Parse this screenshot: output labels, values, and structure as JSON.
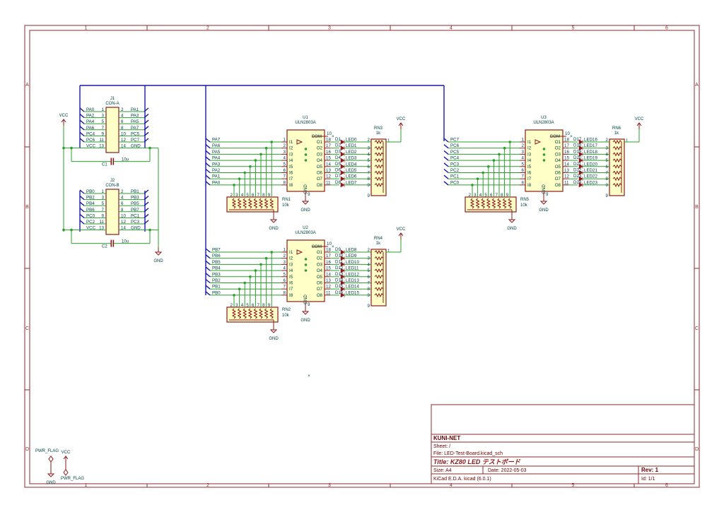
{
  "frame": {
    "columns": [
      "1",
      "2",
      "3",
      "4",
      "5",
      "6"
    ],
    "rows": [
      "A",
      "B",
      "C",
      "D"
    ]
  },
  "title_block": {
    "company": "KUNI-NET",
    "sheet": "Sheet: /",
    "file": "File: LED-Test-Board.kicad_sch",
    "title": "Title:  KZ80 LED テストボード",
    "size": "Size: A4",
    "date": "Date:  2022-05-03",
    "rev": "Rev: 1",
    "tool": "KiCad E.D.A.  kicad (6.0.1)",
    "id": "Id: 1/1"
  },
  "connectors": [
    {
      "ref": "J1",
      "value": "CON-A",
      "left_labels": [
        "PA0",
        "PA2",
        "PA4",
        "PA6",
        "PC4",
        "PC6",
        "VCC"
      ],
      "right_labels": [
        "PA1",
        "PA3",
        "PA5",
        "PA7",
        "PC5",
        "PC7",
        "GND"
      ],
      "left_pins": [
        "1",
        "3",
        "5",
        "7",
        "9",
        "11",
        "13"
      ],
      "right_pins": [
        "2",
        "4",
        "6",
        "8",
        "10",
        "12",
        "14"
      ]
    },
    {
      "ref": "J2",
      "value": "CON-B",
      "left_labels": [
        "PB0",
        "PB2",
        "PB4",
        "PB6",
        "PC0",
        "PC2",
        "VCC"
      ],
      "right_labels": [
        "PB1",
        "PB3",
        "PB5",
        "PB7",
        "PC1",
        "PC3",
        "GND"
      ],
      "left_pins": [
        "1",
        "3",
        "5",
        "7",
        "9",
        "11",
        "13"
      ],
      "right_pins": [
        "2",
        "4",
        "6",
        "8",
        "10",
        "12",
        "14"
      ]
    }
  ],
  "capacitors": [
    {
      "ref": "C1",
      "value": "10u"
    },
    {
      "ref": "C2",
      "value": "10u"
    }
  ],
  "drivers": [
    {
      "ref": "U1",
      "value": "ULN2803A",
      "inputs": [
        "PA7",
        "PA6",
        "PA5",
        "PA4",
        "PA3",
        "PA2",
        "PA1",
        "PA0"
      ],
      "leds": [
        "LED0",
        "LED1",
        "LED2",
        "LED3",
        "LED4",
        "LED5",
        "LED6",
        "LED7"
      ],
      "diodes": [
        "D1",
        "D2",
        "D3",
        "D4",
        "D5",
        "D6",
        "D7",
        "D8"
      ],
      "rn_in": {
        "ref": "RN1",
        "value": "10k"
      },
      "rn_out": {
        "ref": "RN3",
        "value": "1k"
      }
    },
    {
      "ref": "U2",
      "value": "ULN2803A",
      "inputs": [
        "PB7",
        "PB6",
        "PB5",
        "PB4",
        "PB3",
        "PB2",
        "PB1",
        "PB0"
      ],
      "leds": [
        "LED8",
        "LED9",
        "LED10",
        "LED11",
        "LED12",
        "LED13",
        "LED14",
        "LED15"
      ],
      "diodes": [
        "D9",
        "D10",
        "D11",
        "D12",
        "D13",
        "D14",
        "D15",
        "D16"
      ],
      "rn_in": {
        "ref": "RN2",
        "value": "10k"
      },
      "rn_out": {
        "ref": "RN4",
        "value": "1k"
      }
    },
    {
      "ref": "U3",
      "value": "ULN2803A",
      "inputs": [
        "PC7",
        "PC6",
        "PC5",
        "PC4",
        "PC3",
        "PC2",
        "PC1",
        "PC0"
      ],
      "leds": [
        "LED16",
        "LED17",
        "LED18",
        "LED19",
        "LED20",
        "LED21",
        "LED22",
        "LED23"
      ],
      "diodes": [
        "D17",
        "D18",
        "D19",
        "D20",
        "D21",
        "D22",
        "D23",
        "D24"
      ],
      "rn_in": {
        "ref": "RN5",
        "value": "10k"
      },
      "rn_out": {
        "ref": "RN6",
        "value": "1k"
      }
    }
  ],
  "ic_pins": {
    "left_nums": [
      "1",
      "2",
      "3",
      "4",
      "5",
      "6",
      "7",
      "8"
    ],
    "right_nums": [
      "18",
      "17",
      "16",
      "15",
      "14",
      "13",
      "12",
      "11"
    ],
    "inner_in": [
      "I1",
      "I2",
      "I3",
      "I4",
      "I5",
      "I6",
      "I7",
      "I8"
    ],
    "inner_out": [
      "O1",
      "O2",
      "O3",
      "O4",
      "O5",
      "O6",
      "O7",
      "O8"
    ],
    "com": "COM",
    "com_pin": "10",
    "gnd_pin": "9",
    "gnd": "GND"
  },
  "rn_out_pins": [
    "1",
    "2",
    "3",
    "4",
    "5",
    "6",
    "7",
    "8",
    "9"
  ],
  "power": {
    "vcc": "VCC",
    "gnd": "GND",
    "pwr_flag": "PWR_FLAG"
  }
}
